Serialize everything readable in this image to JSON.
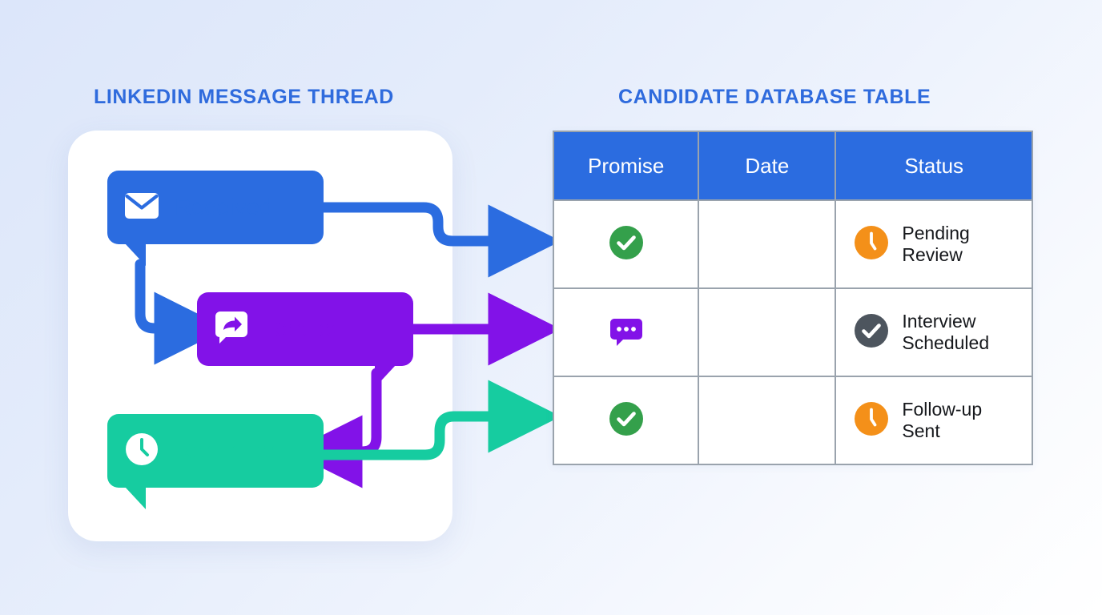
{
  "background": {
    "gradient_from": "#dce6fa",
    "gradient_to": "#ffffff"
  },
  "palette": {
    "title_blue": "#2f6bdd",
    "received_blue": "#2b6ce0",
    "replied_purple": "#8212e8",
    "reminder_teal": "#16cca0",
    "check_green": "#34a04b",
    "clock_orange": "#f49019",
    "check_gray": "#4d555e",
    "table_border": "#9aa3ad"
  },
  "left_panel": {
    "title": "LINKEDIN MESSAGE THREAD",
    "bubbles": [
      {
        "id": "received",
        "label": "Received",
        "icon": "envelope-icon",
        "color": "#2b6ce0",
        "tail": "left"
      },
      {
        "id": "replied",
        "label": "Replied",
        "icon": "reply-arrow-icon",
        "color": "#8212e8",
        "tail": "right"
      },
      {
        "id": "reminder",
        "label": "Reminder",
        "icon": "clock-icon",
        "color": "#16cca0",
        "tail": "left"
      }
    ],
    "connectors": [
      {
        "name": "received-to-table",
        "color": "#2b6ce0"
      },
      {
        "name": "received-to-replied",
        "color": "#2b6ce0"
      },
      {
        "name": "replied-to-table",
        "color": "#8212e8"
      },
      {
        "name": "replied-to-reminder",
        "color": "#8212e8"
      },
      {
        "name": "reminder-to-table",
        "color": "#16cca0"
      }
    ]
  },
  "right_panel": {
    "title": "CANDIDATE DATABASE TABLE",
    "table": {
      "columns": [
        "Promise",
        "Date",
        "Status"
      ],
      "rows": [
        {
          "promise_icon": "check-circle-green-icon",
          "date": "",
          "status_icon": "clock-circle-orange-icon",
          "status_line1": "Pending",
          "status_line2": "Review"
        },
        {
          "promise_icon": "chat-dots-purple-icon",
          "date": "",
          "status_icon": "check-circle-gray-icon",
          "status_line1": "Interview",
          "status_line2": "Scheduled"
        },
        {
          "promise_icon": "check-circle-green-icon",
          "date": "",
          "status_icon": "clock-circle-orange-icon",
          "status_line1": "Follow-up",
          "status_line2": "Sent"
        }
      ]
    }
  }
}
